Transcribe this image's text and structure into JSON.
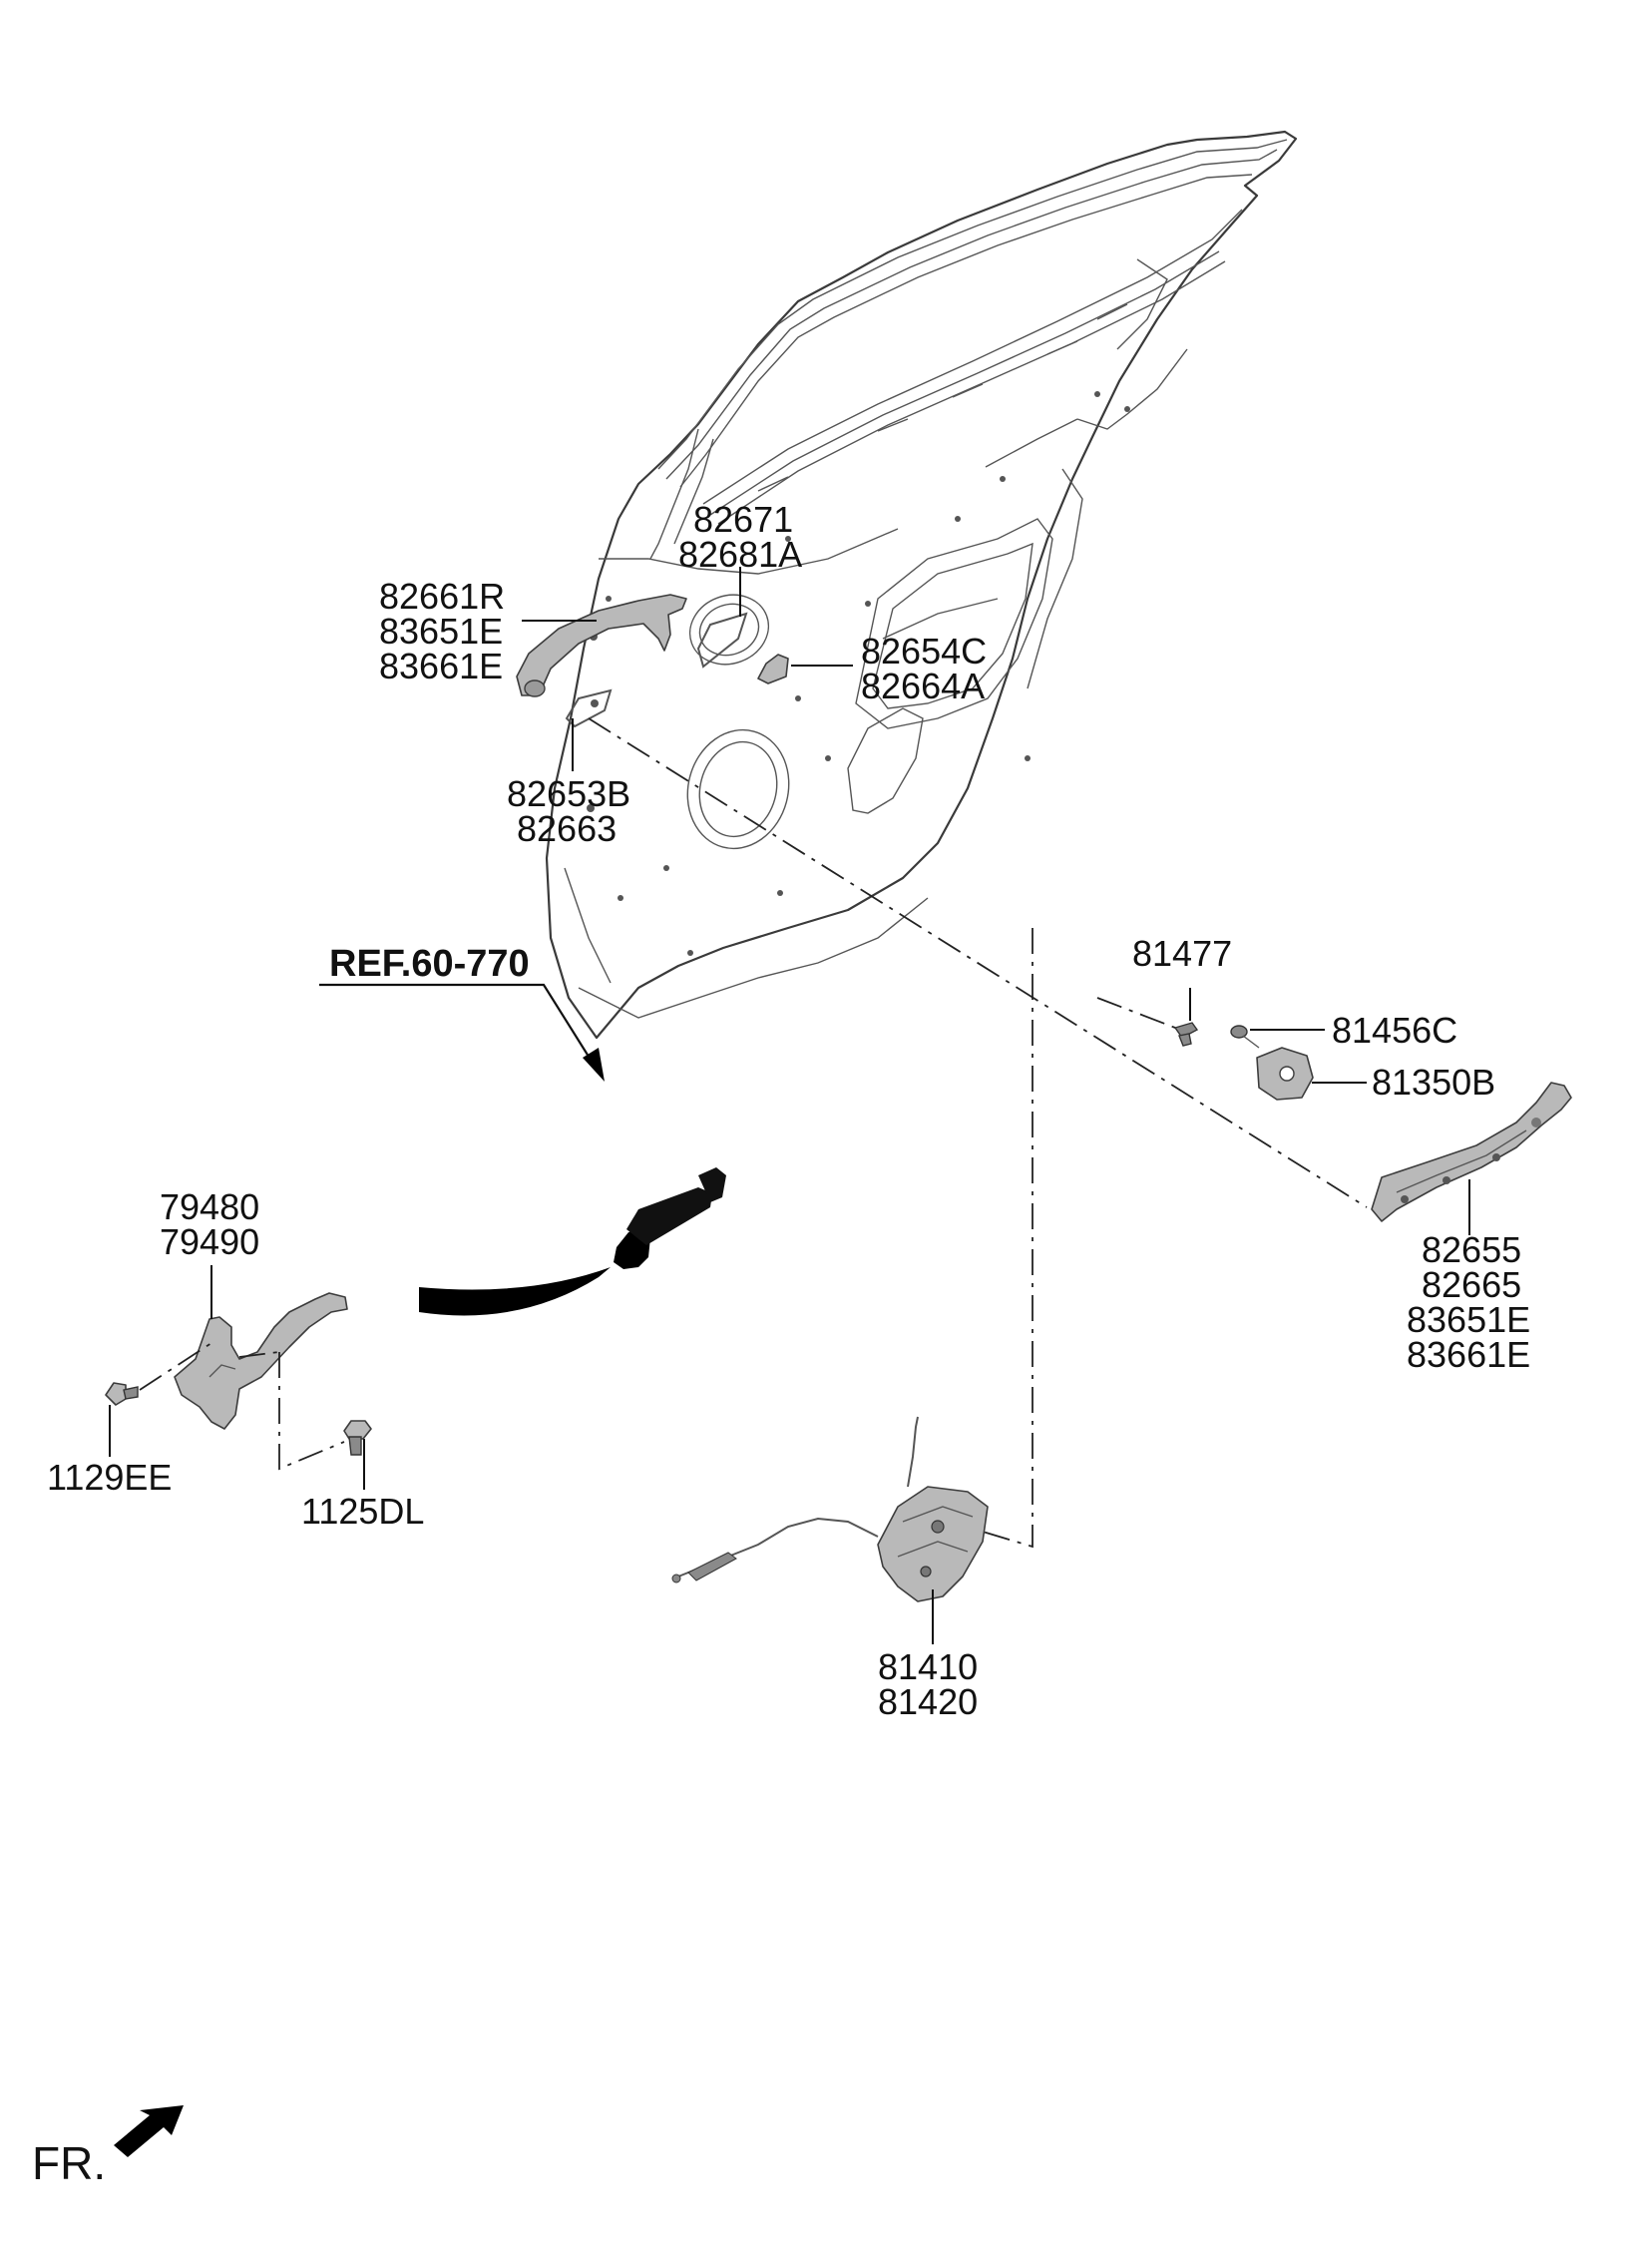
{
  "reference": "REF.60-770",
  "direction_marker": "FR.",
  "callouts": {
    "handle_cover": [
      "82661R",
      "83651E",
      "83661E"
    ],
    "handle_gasket_upper": [
      "82671",
      "82681A"
    ],
    "handle_cap": [
      "82654C",
      "82664A"
    ],
    "handle_gasket_lower": [
      "82653B",
      "82663"
    ],
    "screw_81477": [
      "81477"
    ],
    "screw_81456c": [
      "81456C"
    ],
    "striker": [
      "81350B"
    ],
    "handle_bracket": [
      "82655",
      "82665",
      "83651E",
      "83661E"
    ],
    "checker": [
      "79480",
      "79490"
    ],
    "bolt_1129ee": [
      "1129EE"
    ],
    "bolt_1125dl": [
      "1125DL"
    ],
    "latch": [
      "81410",
      "81420"
    ]
  },
  "icons": {
    "fr_arrow": "front-direction-arrow-icon"
  },
  "colors": {
    "line": "#111111",
    "part_fill": "#b9b9b9",
    "background": "#ffffff"
  }
}
